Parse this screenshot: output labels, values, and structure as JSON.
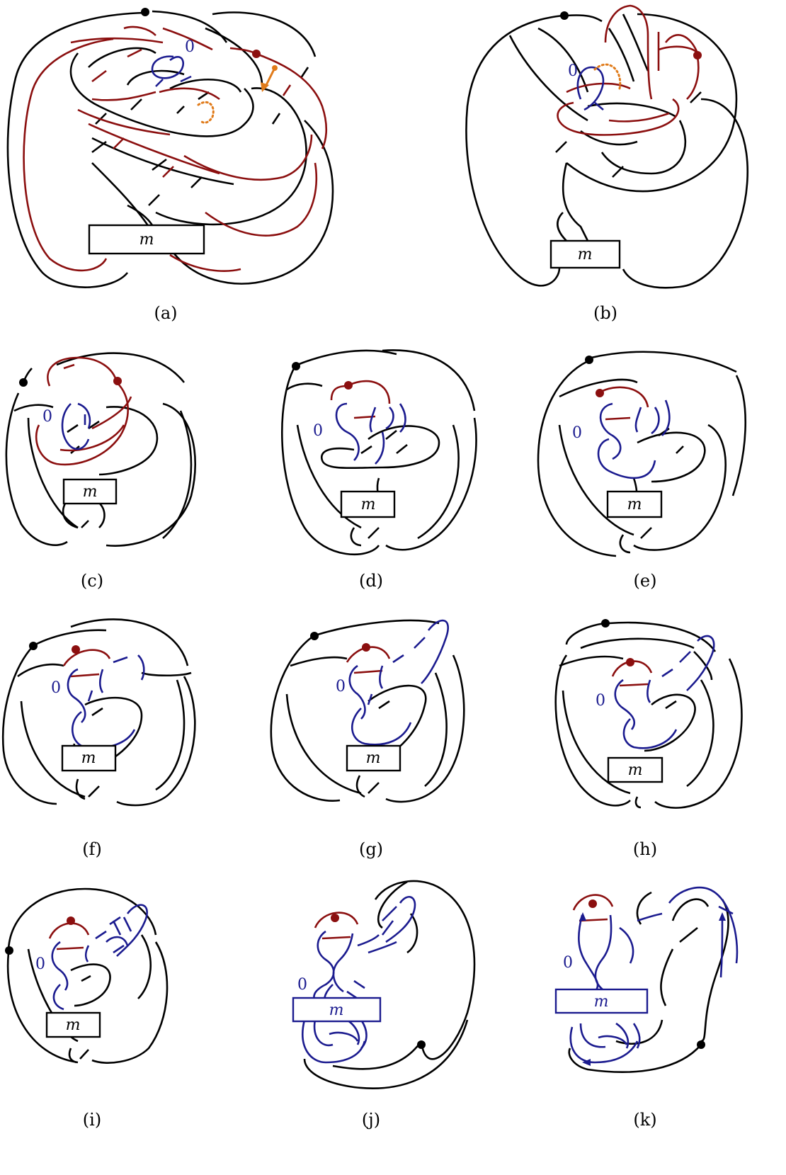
{
  "panels": [
    {
      "id": "a",
      "caption": "(a)",
      "box_label": "m",
      "framing": "0"
    },
    {
      "id": "b",
      "caption": "(b)",
      "box_label": "m",
      "framing": "0"
    },
    {
      "id": "c",
      "caption": "(c)",
      "box_label": "m",
      "framing": "0"
    },
    {
      "id": "d",
      "caption": "(d)",
      "box_label": "m",
      "framing": "0"
    },
    {
      "id": "e",
      "caption": "(e)",
      "box_label": "m",
      "framing": "0"
    },
    {
      "id": "f",
      "caption": "(f)",
      "box_label": "m",
      "framing": "0"
    },
    {
      "id": "g",
      "caption": "(g)",
      "box_label": "m",
      "framing": "0"
    },
    {
      "id": "h",
      "caption": "(h)",
      "box_label": "m",
      "framing": "0"
    },
    {
      "id": "i",
      "caption": "(i)",
      "box_label": "m",
      "framing": "0"
    },
    {
      "id": "j",
      "caption": "(j)",
      "box_label": "m",
      "framing": "0"
    },
    {
      "id": "k",
      "caption": "(k)",
      "box_label": "m",
      "framing": "0"
    }
  ],
  "colors": {
    "black_strand": "#000000",
    "red_strand": "#8b0f0f",
    "blue_strand": "#1b1b8f",
    "orange_marker": "#e07b1a"
  }
}
